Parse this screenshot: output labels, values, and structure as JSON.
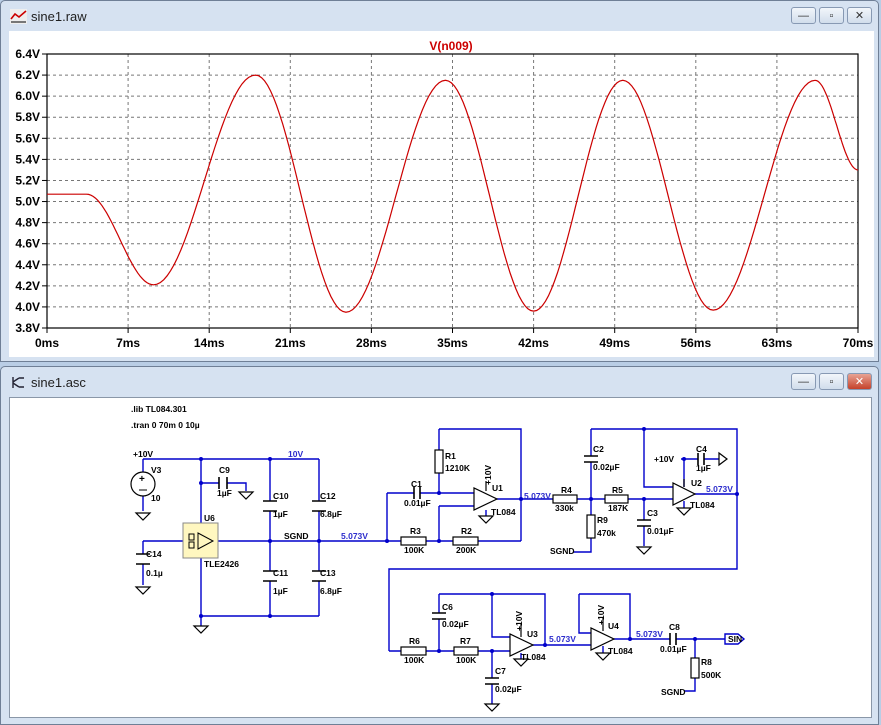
{
  "plot_window": {
    "title": "sine1.raw",
    "minimize": "—",
    "maximize": "▫",
    "close": "✕"
  },
  "schematic_window": {
    "title": "sine1.asc",
    "minimize": "—",
    "maximize": "▫",
    "close": "✕"
  },
  "colors": {
    "trace": "#cc0000",
    "wire": "#0000cc",
    "label_blue": "#2c2ccc"
  },
  "chart_data": {
    "type": "line",
    "title": "V(n009)",
    "xlabel": "",
    "ylabel": "",
    "xlim": [
      0,
      70
    ],
    "ylim": [
      3.8,
      6.4
    ],
    "grid": true,
    "x_ticks": [
      "0ms",
      "7ms",
      "14ms",
      "21ms",
      "28ms",
      "35ms",
      "42ms",
      "49ms",
      "56ms",
      "63ms",
      "70ms"
    ],
    "y_ticks": [
      "6.4V",
      "6.2V",
      "6.0V",
      "5.8V",
      "5.6V",
      "5.4V",
      "5.2V",
      "5.0V",
      "4.8V",
      "4.6V",
      "4.4V",
      "4.2V",
      "4.0V",
      "3.8V"
    ],
    "series": [
      {
        "name": "V(n009)",
        "x_ms": [
          0,
          3.4,
          9.2,
          18.0,
          25.8,
          34.4,
          42.0,
          49.7,
          57.5,
          66.3,
          70
        ],
        "y_v": [
          5.07,
          5.07,
          4.21,
          6.2,
          3.95,
          6.15,
          3.96,
          6.15,
          3.97,
          6.15,
          5.3
        ]
      }
    ]
  },
  "schematic": {
    "directives": [
      ".lib TL084.301",
      ".tran 0 70m 0 10µ"
    ],
    "nets": {
      "vcc": "+10V",
      "vcc_net": "10V",
      "sgnd": "SGND",
      "sgnd_v": "5.073V",
      "u1_out": "5.073V",
      "u2_out": "5.073V",
      "u3_out": "5.073V",
      "u4_out": "5.073V",
      "sgnd_r9": "SGND",
      "sgnd_r8": "SGND",
      "c4_vcc": "+10V",
      "sin": "SIN"
    },
    "V3": {
      "name": "V3",
      "value": "10"
    },
    "C9": {
      "name": "C9",
      "value": "1µF"
    },
    "C10": {
      "name": "C10",
      "value": "1µF"
    },
    "C11": {
      "name": "C11",
      "value": "1µF"
    },
    "C12": {
      "name": "C12",
      "value": "6.8µF"
    },
    "C13": {
      "name": "C13",
      "value": "6.8µF"
    },
    "C14": {
      "name": "C14",
      "value": "0.1µ"
    },
    "U6": {
      "name": "U6",
      "value": "TLE2426"
    },
    "C1": {
      "name": "C1",
      "value": "0.01µF"
    },
    "R1": {
      "name": "R1",
      "value": "1210K"
    },
    "R2": {
      "name": "R2",
      "value": "200K"
    },
    "R3": {
      "name": "R3",
      "value": "100K"
    },
    "U1": {
      "name": "U1",
      "value": "TL084",
      "supply": "+10V"
    },
    "R4": {
      "name": "R4",
      "value": "330k"
    },
    "R5": {
      "name": "R5",
      "value": "187K"
    },
    "R9": {
      "name": "R9",
      "value": "470k"
    },
    "C2": {
      "name": "C2",
      "value": "0.02µF"
    },
    "C3": {
      "name": "C3",
      "value": "0.01µF"
    },
    "C4": {
      "name": "C4",
      "value": "1µF"
    },
    "U2": {
      "name": "U2",
      "value": "TL084"
    },
    "R6": {
      "name": "R6",
      "value": "100K"
    },
    "R7": {
      "name": "R7",
      "value": "100K"
    },
    "C6": {
      "name": "C6",
      "value": "0.02µF"
    },
    "C7": {
      "name": "C7",
      "value": "0.02µF"
    },
    "U3": {
      "name": "U3",
      "value": "TL084",
      "supply": "+10V"
    },
    "U4": {
      "name": "U4",
      "value": "TL084",
      "supply": "+10V"
    },
    "C8": {
      "name": "C8",
      "value": "0.01µF"
    },
    "R8": {
      "name": "R8",
      "value": "500K"
    }
  }
}
